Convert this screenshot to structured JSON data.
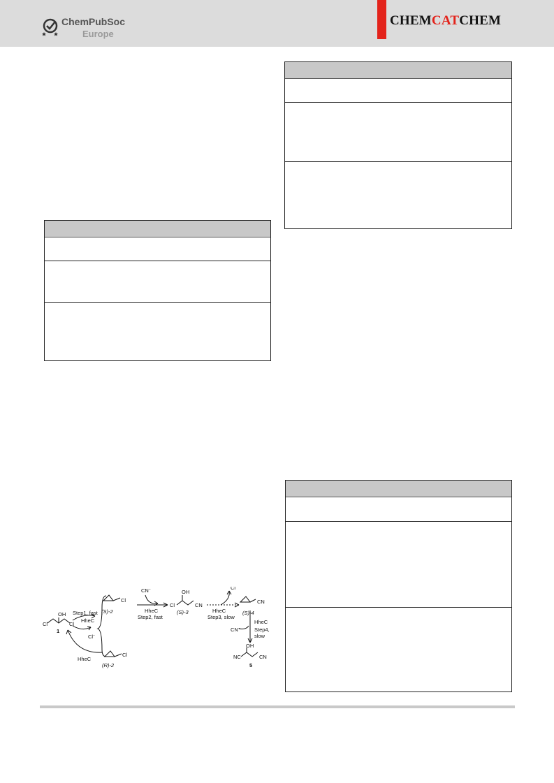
{
  "header": {
    "publisher_name": "ChemPubSoc",
    "publisher_sub": "Europe",
    "journal_part1": "CHEM",
    "journal_part2": "CAT",
    "journal_part3": "CHEM",
    "accent_color": "#e3231b"
  },
  "scheme": {
    "cn_top": "CN",
    "cn_top_sup": "−",
    "s2_label": "(S)-2",
    "s2_cl": "Cl",
    "step1_line1": "Step1, fast",
    "step1_line2": "HheC",
    "oh1": "OH",
    "cl1a": "Cl",
    "cl1b": "Cl",
    "label1": "1",
    "cl_minus": "Cl",
    "cl_minus_sup": "−",
    "hhec_back": "HheC",
    "r2_label": "(R)-2",
    "r2_cl": "Cl",
    "hhec2": "HheC",
    "step2": "Step2, fast",
    "oh3": "OH",
    "cl3": "Cl",
    "cn3": "CN",
    "s3_label": "(S)-3",
    "cl_out": "Cl",
    "cl_out_sup": "−",
    "hhec3": "HheC",
    "step3": "Step3, slow",
    "s4_label": "(S)-4",
    "cn4": "CN",
    "hhec4": "HheC",
    "step4a": "Step4,",
    "step4b": "slow",
    "cn_in": "CN",
    "cn_in_sup": "−",
    "oh5": "OH",
    "nc5": "NC",
    "cn5": "CN",
    "label5": "5"
  }
}
